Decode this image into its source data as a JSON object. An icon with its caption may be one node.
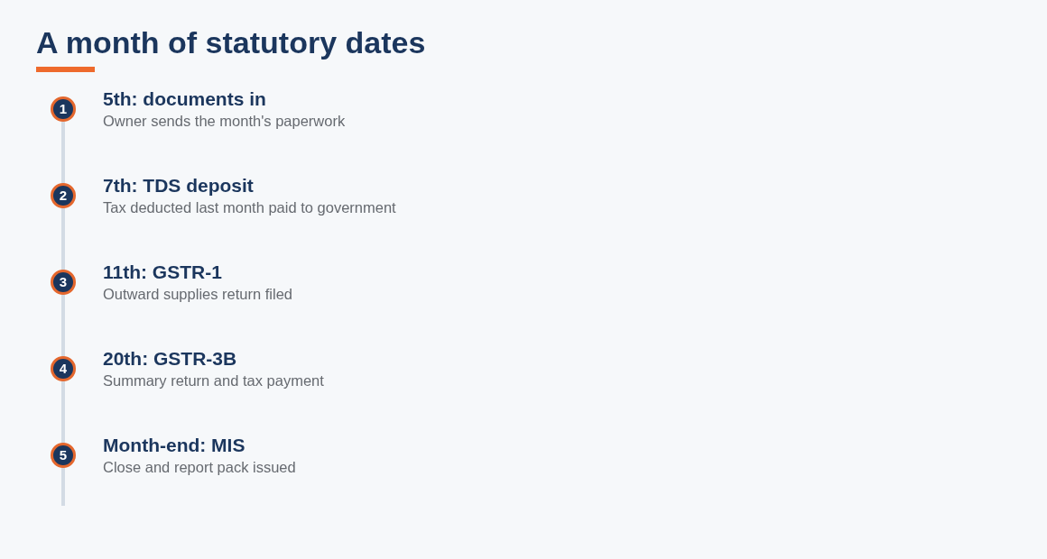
{
  "diagram": {
    "title": "A month of statutory dates",
    "nodes": [
      {
        "text": [
          "1"
        ],
        "beside": [
          "5th: documents in",
          "Owner sends the month's paperwork"
        ]
      },
      {
        "text": [
          "2"
        ],
        "beside": [
          "7th: TDS deposit",
          "Tax deducted last month paid to government"
        ]
      },
      {
        "text": [
          "3"
        ],
        "beside": [
          "11th: GSTR-1",
          "Outward supplies return filed"
        ]
      },
      {
        "text": [
          "4"
        ],
        "beside": [
          "20th: GSTR-3B",
          "Summary return and tax payment"
        ]
      },
      {
        "text": [
          "5"
        ],
        "beside": [
          "Month-end: MIS",
          "Close and report pack issued"
        ]
      }
    ]
  }
}
